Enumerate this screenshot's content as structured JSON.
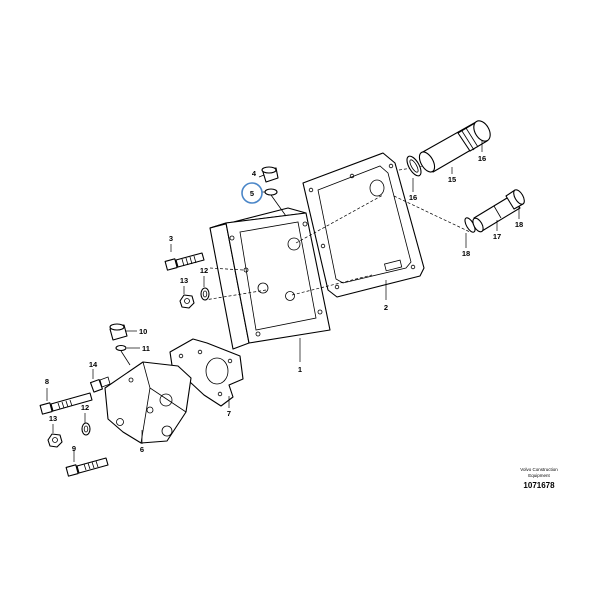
{
  "callouts": {
    "c1": "1",
    "c2": "2",
    "c3": "3",
    "c4": "4",
    "c5": "5",
    "c6": "6",
    "c7": "7",
    "c8": "8",
    "c9": "9",
    "c10": "10",
    "c11": "11",
    "c12a": "12",
    "c12b": "12",
    "c13a": "13",
    "c13b": "13",
    "c14": "14",
    "c15": "15",
    "c16a": "16",
    "c16b": "16",
    "c17": "17",
    "c18a": "18",
    "c18b": "18"
  },
  "caption": {
    "line1": "Volvo Construction",
    "line2": "Equipment",
    "drawing_number": "1071678"
  },
  "highlight_color": "#4a86c8"
}
